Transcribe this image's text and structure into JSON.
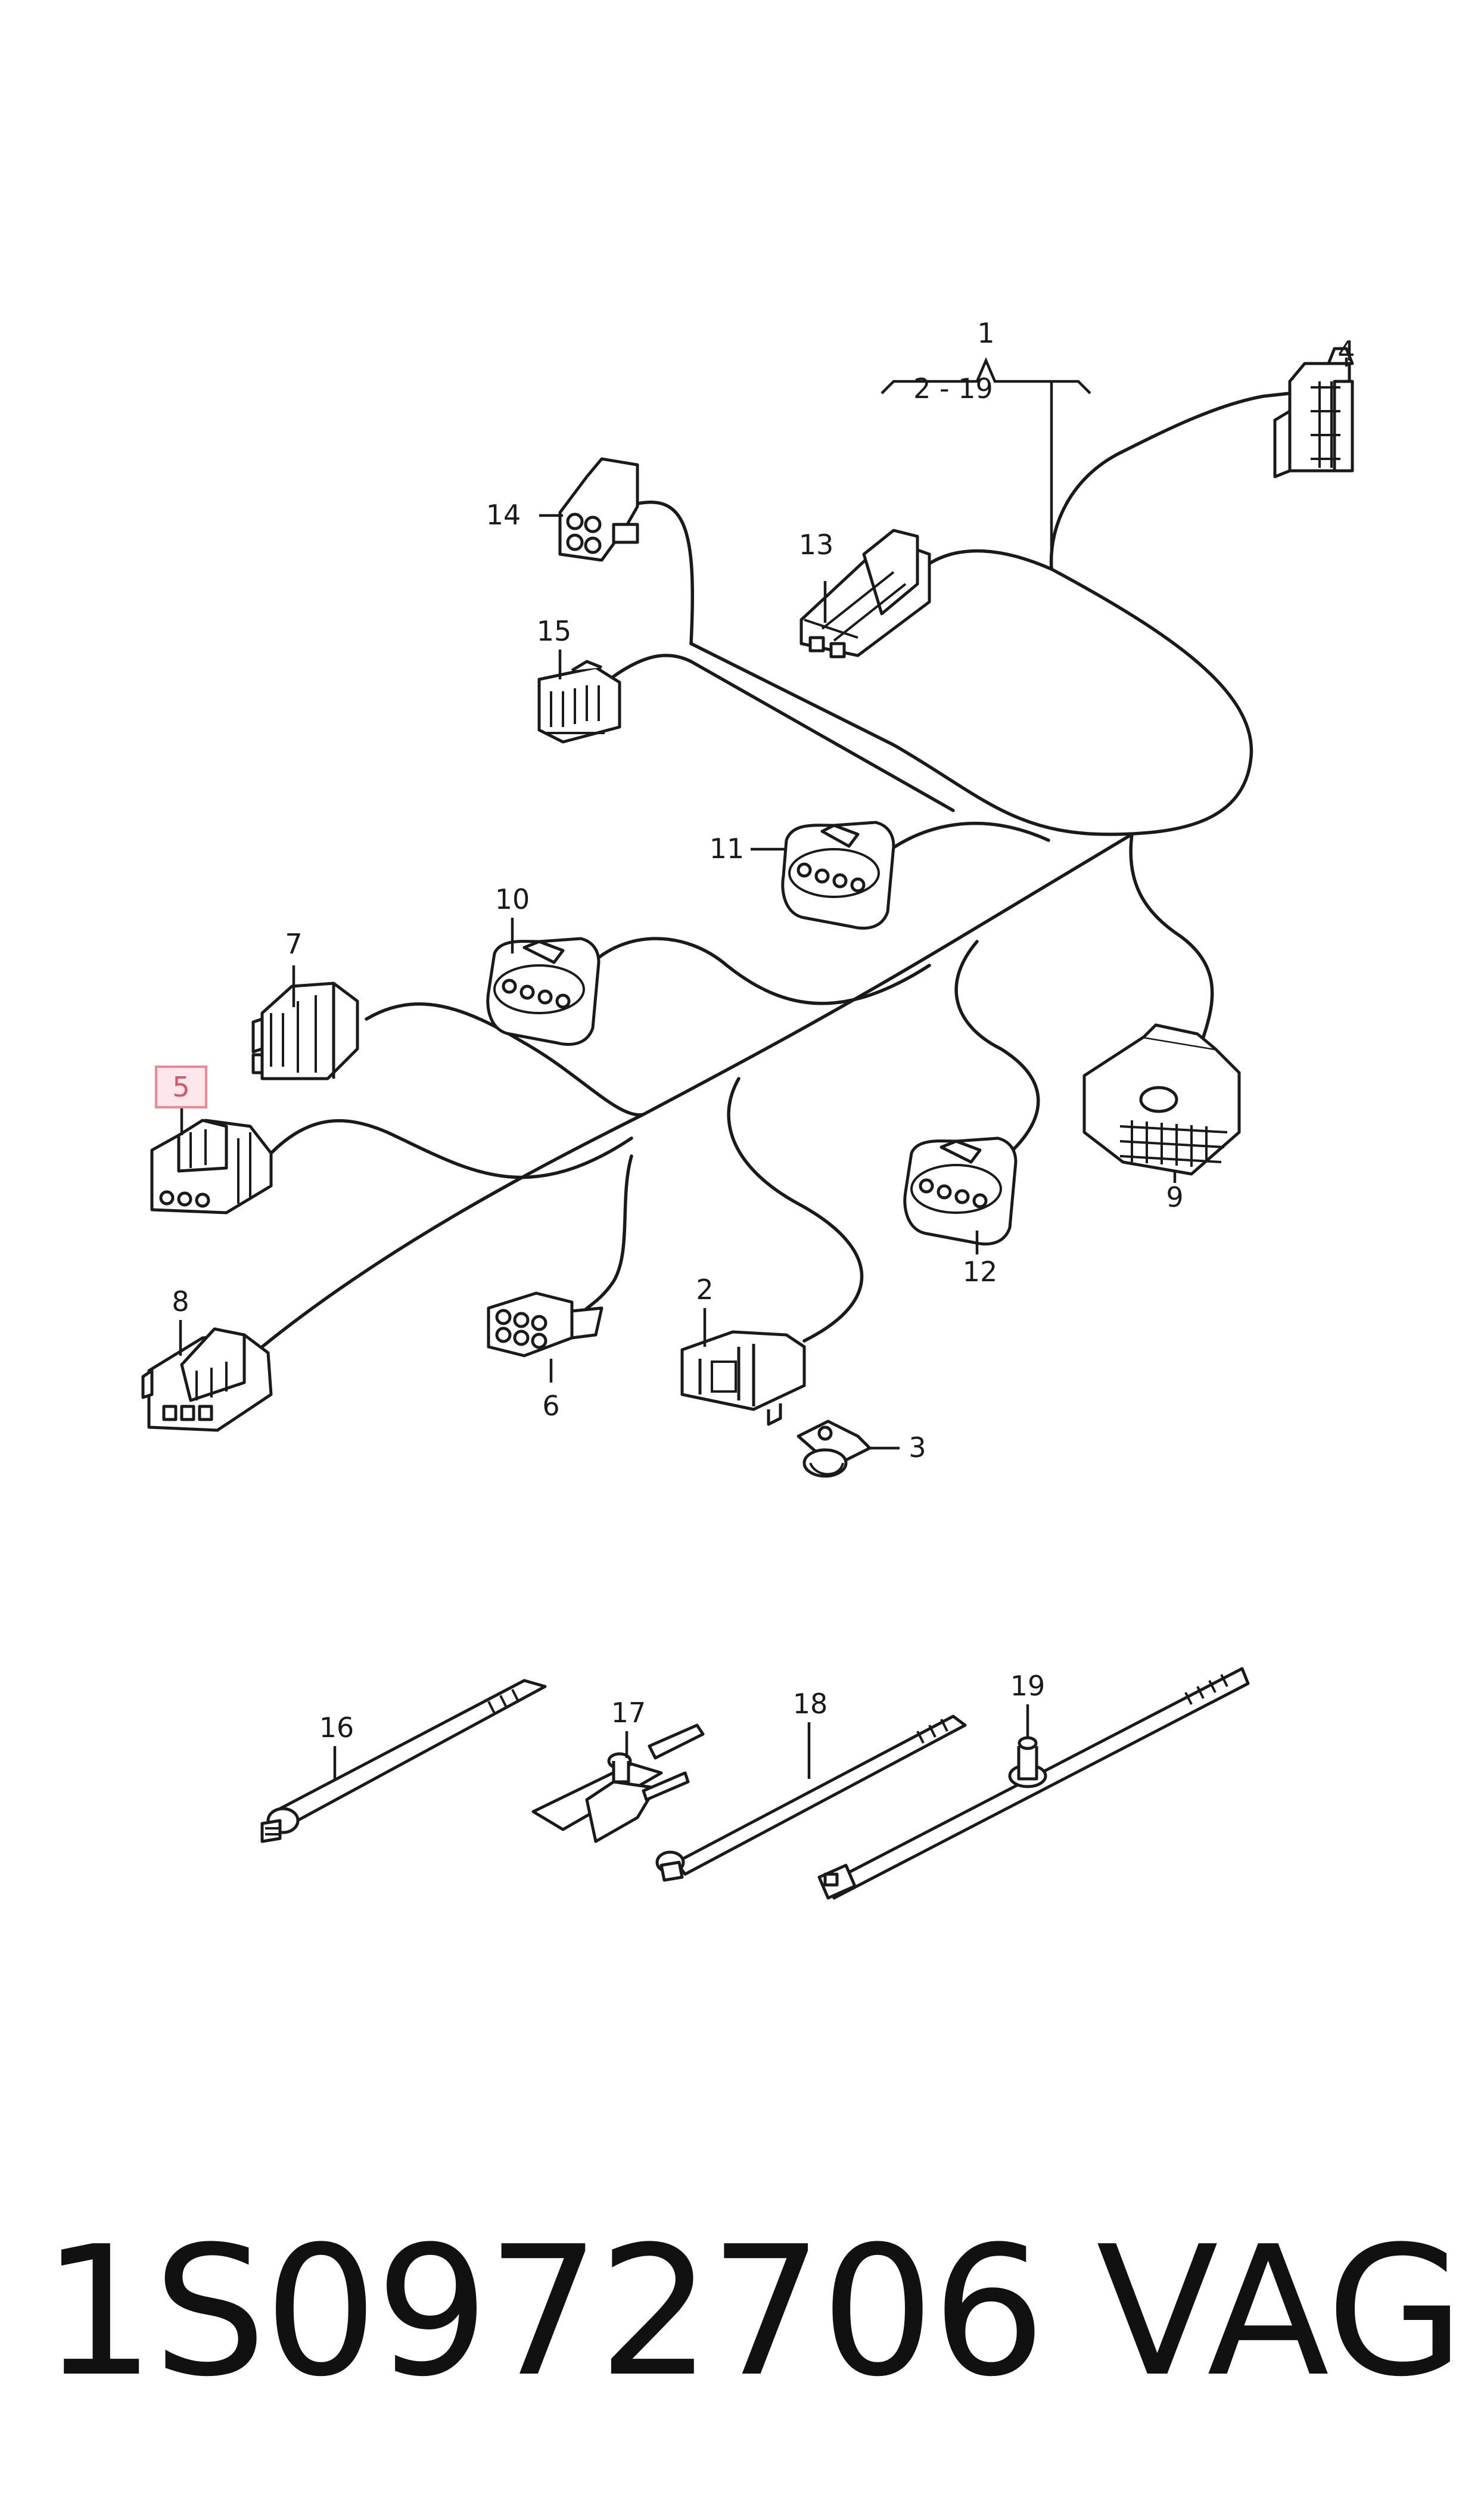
{
  "diagram": {
    "callouts": {
      "c1": "1",
      "c1_range": "2 - 19",
      "c2": "2",
      "c3": "3",
      "c4": "4",
      "c5": "5",
      "c6": "6",
      "c7": "7",
      "c8": "8",
      "c9": "9",
      "c10": "10",
      "c11": "11",
      "c12": "12",
      "c13": "13",
      "c14": "14",
      "c15": "15",
      "c16": "16",
      "c17": "17",
      "c18": "18",
      "c19": "19"
    },
    "highlighted_callout": "5",
    "colors": {
      "line": "#1a1a1a",
      "highlight_fill": "#fde7ea",
      "highlight_stroke": "#e98a96",
      "highlight_text": "#d9536a"
    }
  },
  "footer": {
    "part_number": "1S0972706",
    "brand": "VAG"
  }
}
